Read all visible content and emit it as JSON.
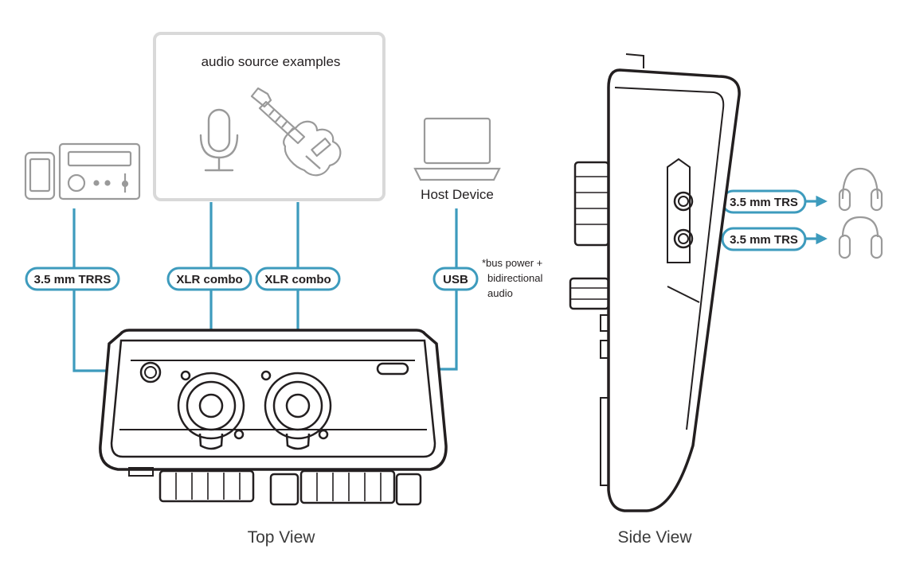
{
  "title": "audio source examples",
  "colors": {
    "accent": "#3d9bbd",
    "outline": "#231f20",
    "icon_gray": "#9a9a9a",
    "panel_border": "#d9d9d9"
  },
  "sources": {
    "mic_icon": "microphone-icon",
    "guitar_icon": "electric-guitar-icon",
    "phone_icon": "smartphone-icon",
    "stereo_icon": "stereo-receiver-icon",
    "laptop_icon": "laptop-icon",
    "host_device_label": "Host Device"
  },
  "connections": {
    "trrs": "3.5 mm TRRS",
    "xlr1": "XLR combo",
    "xlr2": "XLR combo",
    "usb": "USB",
    "usb_note_line1": "*bus power +",
    "usb_note_line2": "bidirectional",
    "usb_note_line3": "audio",
    "trs1": "3.5 mm TRS",
    "trs2": "3.5 mm TRS",
    "headphone_icon": "headphones-icon"
  },
  "captions": {
    "top_view": "Top View",
    "side_view": "Side View"
  }
}
